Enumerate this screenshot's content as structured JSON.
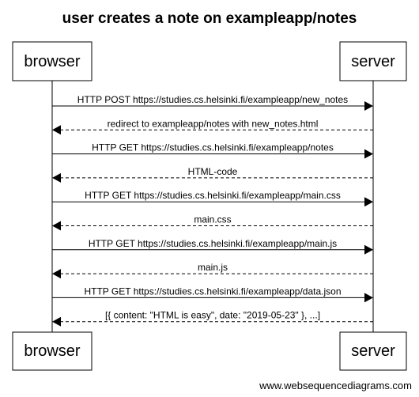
{
  "title": "user creates a note on exampleapp/notes",
  "actors": [
    {
      "id": "browser",
      "label": "browser"
    },
    {
      "id": "server",
      "label": "server"
    }
  ],
  "messages": [
    {
      "from": "browser",
      "to": "server",
      "text": "HTTP POST https://studies.cs.helsinki.fi/exampleapp/new_notes",
      "style": "solid"
    },
    {
      "from": "server",
      "to": "browser",
      "text": "redirect to exampleapp/notes with new_notes.html",
      "style": "dashed"
    },
    {
      "from": "browser",
      "to": "server",
      "text": "HTTP GET https://studies.cs.helsinki.fi/exampleapp/notes",
      "style": "solid"
    },
    {
      "from": "server",
      "to": "browser",
      "text": "HTML-code",
      "style": "dashed"
    },
    {
      "from": "browser",
      "to": "server",
      "text": "HTTP GET https://studies.cs.helsinki.fi/exampleapp/main.css",
      "style": "solid"
    },
    {
      "from": "server",
      "to": "browser",
      "text": "main.css",
      "style": "dashed"
    },
    {
      "from": "browser",
      "to": "server",
      "text": "HTTP GET https://studies.cs.helsinki.fi/exampleapp/main.js",
      "style": "solid"
    },
    {
      "from": "server",
      "to": "browser",
      "text": "main.js",
      "style": "dashed"
    },
    {
      "from": "browser",
      "to": "server",
      "text": "HTTP GET https://studies.cs.helsinki.fi/exampleapp/data.json",
      "style": "solid"
    },
    {
      "from": "server",
      "to": "browser",
      "text": "[{ content: \"HTML is easy\", date: \"2019-05-23\" }, ...]",
      "style": "dashed"
    }
  ],
  "footer": "www.websequencediagrams.com",
  "colors": {
    "line": "#000000",
    "background": "#ffffff"
  }
}
